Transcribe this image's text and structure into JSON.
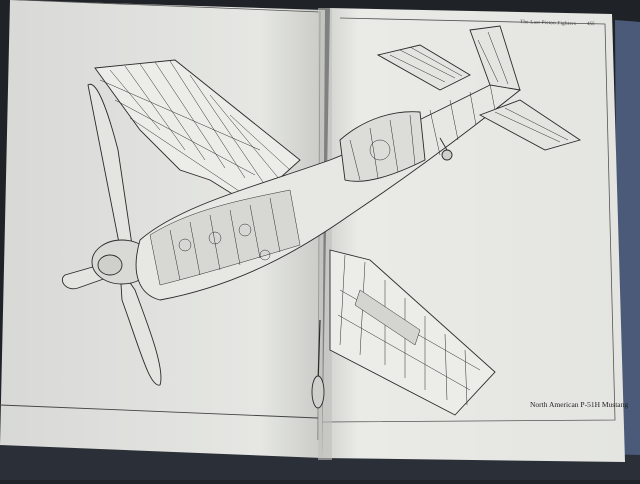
{
  "book": {
    "running_header": "The Last Piston Fighters",
    "page_number": "455",
    "caption": "North American P-51H Mustang"
  },
  "colors": {
    "background": "#20242a",
    "paper": "#e9e9e4",
    "ink": "#2a2a2a",
    "cover_blue": "#4a5a78"
  }
}
